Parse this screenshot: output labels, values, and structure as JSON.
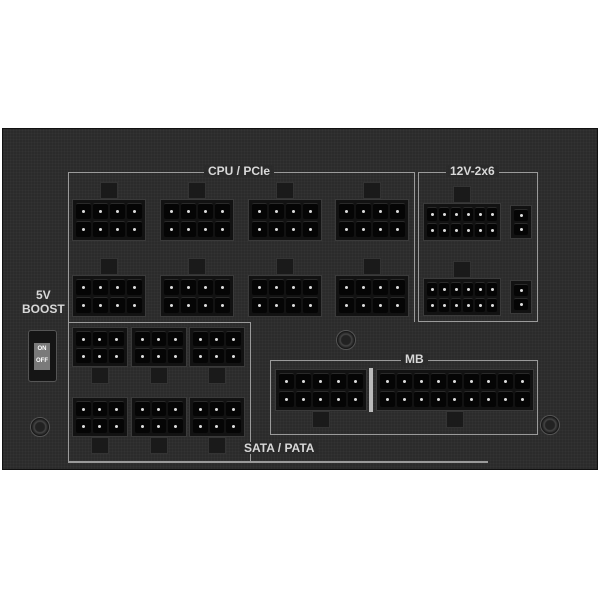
{
  "labels": {
    "cpu_pcie": "CPU / PCIe",
    "gpu_12v": "12V-2x6",
    "mb": "MB",
    "sata_pata": "SATA / PATA",
    "boost_line1": "5V",
    "boost_line2": "BOOST"
  },
  "boost_switch": {
    "on": "ON",
    "off": "OFF"
  }
}
